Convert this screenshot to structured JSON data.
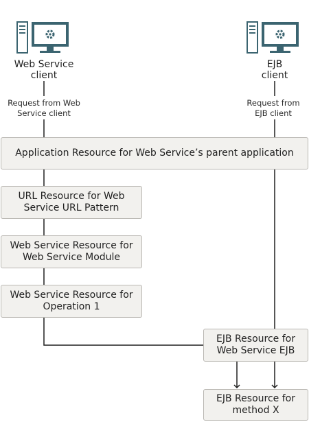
{
  "clients": {
    "web_service": {
      "label": "Web Service\nclient",
      "request": "Request from Web\nService client",
      "icon": "computer-gear-icon"
    },
    "ejb": {
      "label": "EJB\nclient",
      "request": "Request from\nEJB client",
      "icon": "computer-gear-icon"
    }
  },
  "boxes": {
    "app_resource": "Application Resource for Web Service’s parent application",
    "url_resource": "URL Resource for Web\nService URL Pattern",
    "ws_module": "Web Service Resource for\nWeb Service Module",
    "ws_operation": "Web Service Resource for\nOperation 1",
    "ejb_ws": "EJB Resource for\nWeb Service EJB",
    "ejb_method": "EJB Resource for\nmethod X"
  },
  "colors": {
    "icon": "#3b6470",
    "box_fill": "#f2f1ee",
    "box_border": "#b9b7b2",
    "line": "#1f1f1f"
  }
}
